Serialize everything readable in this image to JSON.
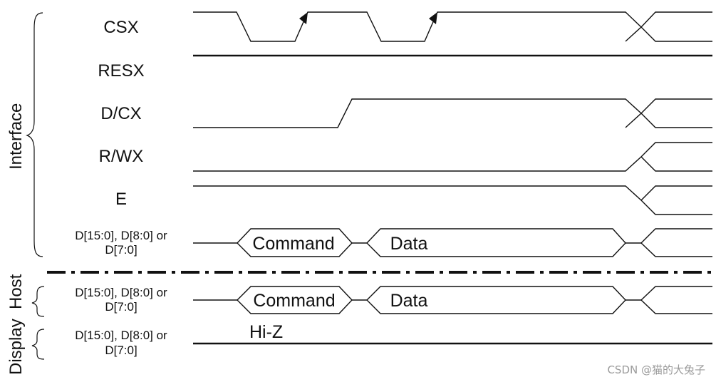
{
  "groups": {
    "interface": "Interface",
    "host": "Host",
    "display": "Display"
  },
  "signals": {
    "csx": "CSX",
    "resx": "RESX",
    "dcx": "D/CX",
    "rwx": "R/WX",
    "e": "E",
    "bus_line1": "D[15:0], D[8:0] or",
    "bus_line2": "D[7:0]"
  },
  "host_bus": {
    "line1": "D[15:0], D[8:0] or",
    "line2": "D[7:0]"
  },
  "display_bus": {
    "line1": "D[15:0], D[8:0] or",
    "line2": "D[7:0]"
  },
  "boxes": {
    "command": "Command",
    "data": "Data",
    "hiz": "Hi-Z"
  },
  "watermark": "CSDN @猫的大兔子"
}
